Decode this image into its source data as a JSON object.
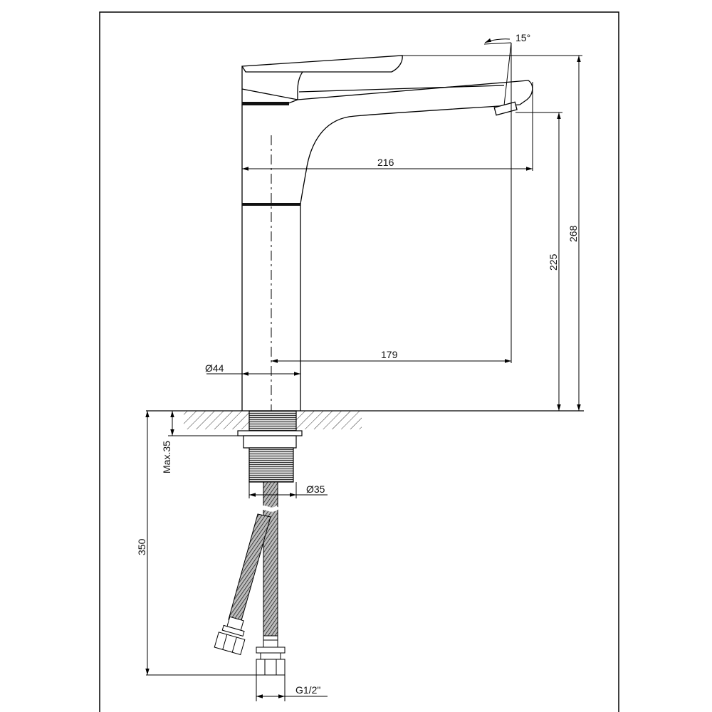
{
  "drawing": {
    "angle_label": "15°",
    "dim_216": "216",
    "dim_179": "179",
    "dim_225": "225",
    "dim_268": "268",
    "dim_44": "Ø44",
    "dim_35": "Ø35",
    "dim_max35": "Max.35",
    "dim_350": "350",
    "dim_thread": "G1/2\""
  }
}
